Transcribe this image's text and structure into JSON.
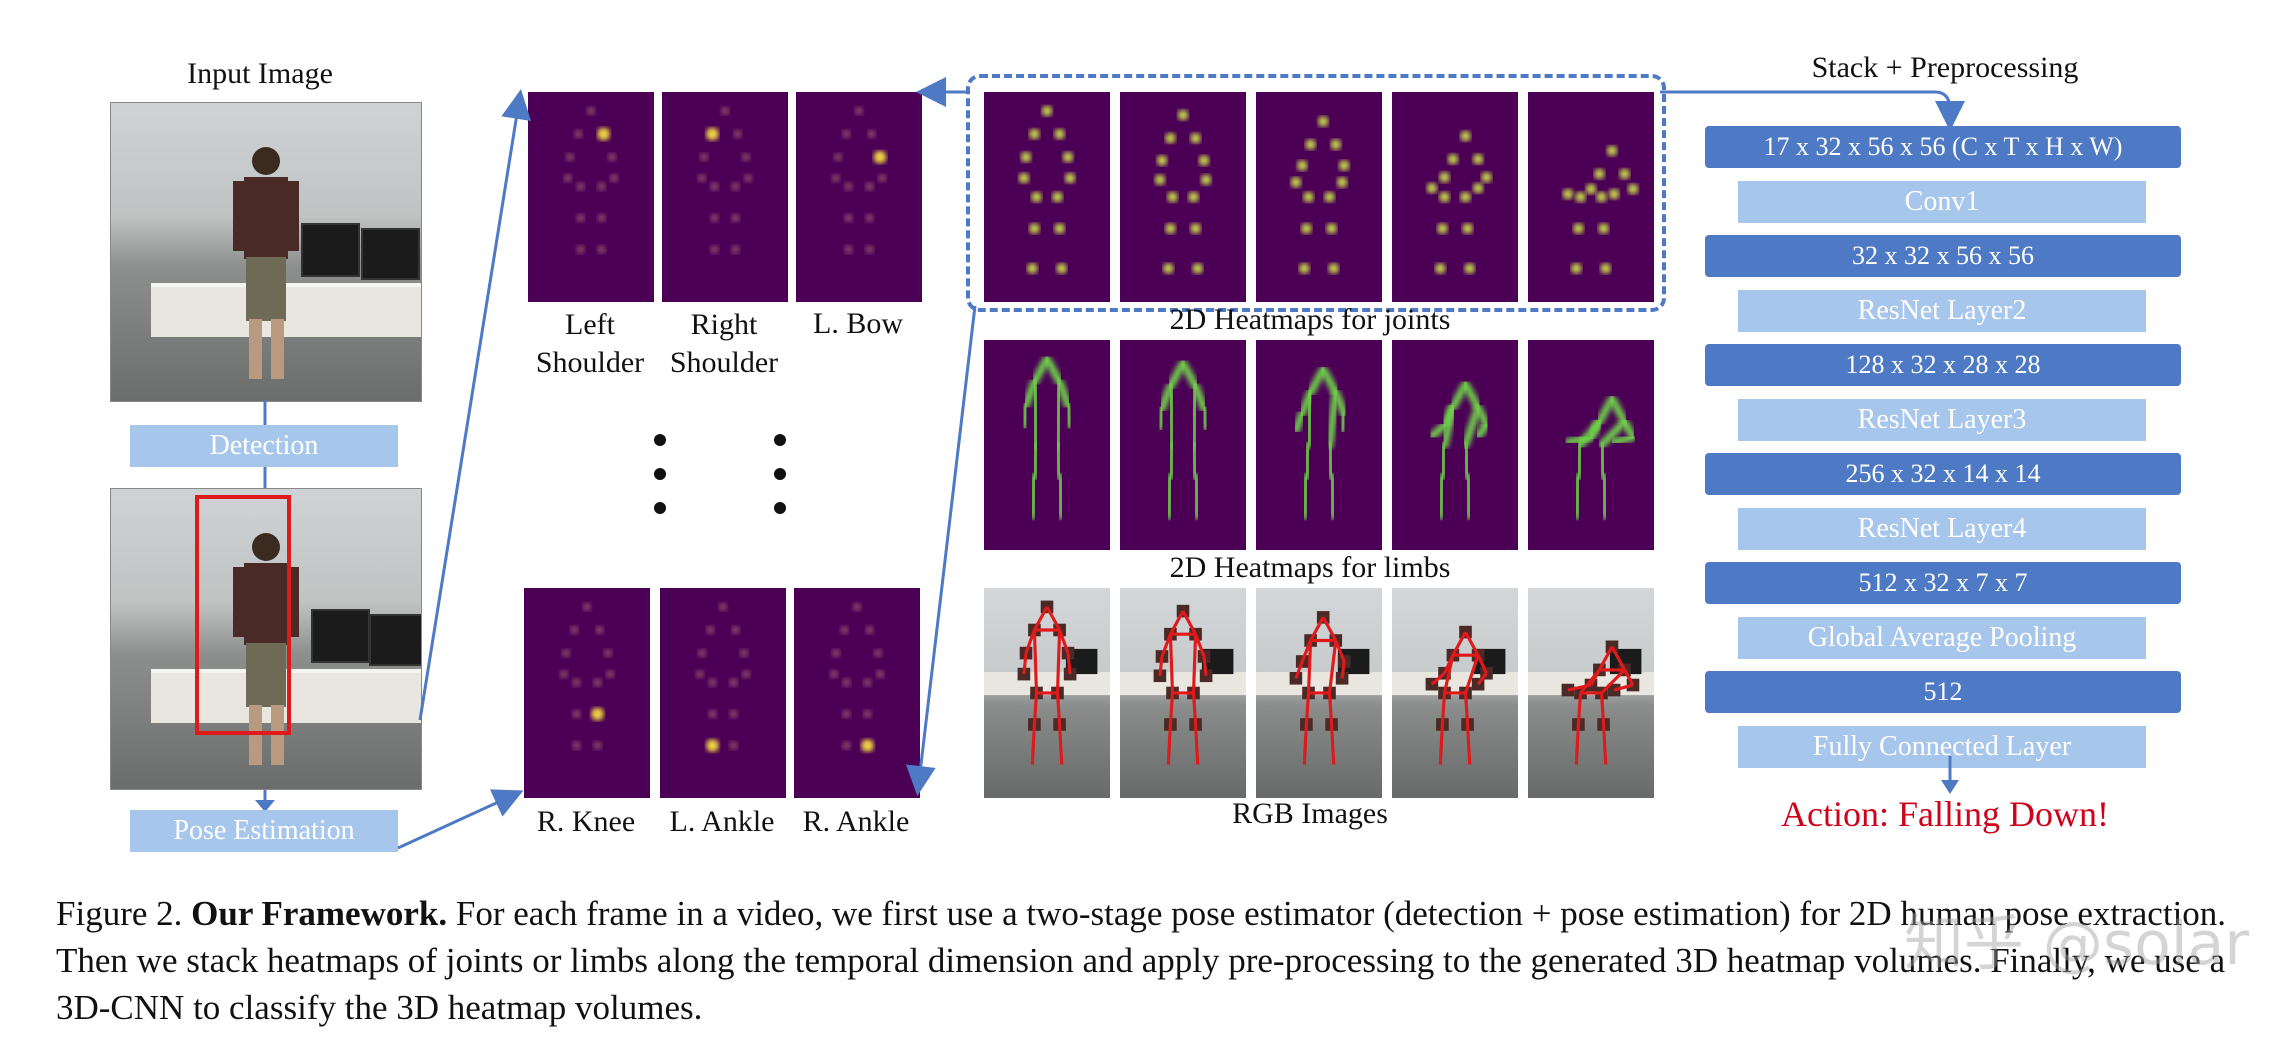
{
  "input_image_label": "Input Image",
  "detection_label": "Detection",
  "pose_estimation_label": "Pose Estimation",
  "joint_labels_top": [
    "Left\nShoulder",
    "Right\nShoulder",
    "L. Bow"
  ],
  "joint_labels_bottom": [
    "R. Knee",
    "L. Ankle",
    "R. Ankle"
  ],
  "heatmaps_joints_label": "2D Heatmaps for joints",
  "heatmaps_limbs_label": "2D Heatmaps for limbs",
  "rgb_label": "RGB Images",
  "network": {
    "title": "Stack + Preprocessing",
    "layers": [
      {
        "text": "17 x 32 x 56 x 56 (C x T x H x W)",
        "kind": "shape"
      },
      {
        "text": "Conv1",
        "kind": "op"
      },
      {
        "text": "32 x 32 x 56 x 56",
        "kind": "shape"
      },
      {
        "text": "ResNet Layer2",
        "kind": "op"
      },
      {
        "text": "128 x 32 x 28 x 28",
        "kind": "shape"
      },
      {
        "text": "ResNet Layer3",
        "kind": "op"
      },
      {
        "text": "256 x 32 x 14 x 14",
        "kind": "shape"
      },
      {
        "text": "ResNet Layer4",
        "kind": "op"
      },
      {
        "text": "512 x 32 x 7 x 7",
        "kind": "shape"
      },
      {
        "text": "Global Average Pooling",
        "kind": "op"
      },
      {
        "text": "512",
        "kind": "shape"
      },
      {
        "text": "Fully Connected Layer",
        "kind": "op"
      }
    ],
    "output": "Action: Falling Down!"
  },
  "caption": {
    "prefix": "Figure 2. ",
    "bold": "Our Framework.",
    "body": "  For each frame in a video, we first use a two-stage pose estimator (detection + pose estimation) for 2D human pose extraction.  Then we stack heatmaps of joints or limbs along the temporal dimension and apply pre-processing to the generated 3D heatmap volumes. Finally, we use a 3D-CNN to classify the 3D heatmap volumes."
  },
  "watermark": "知乎 @solar",
  "colors": {
    "accent_blue": "#4e79c4",
    "light_blue": "#a7c6ec",
    "heatmap_bg": "#4b0055",
    "output_red": "#d0021b",
    "bbox_red": "#e0191b"
  }
}
